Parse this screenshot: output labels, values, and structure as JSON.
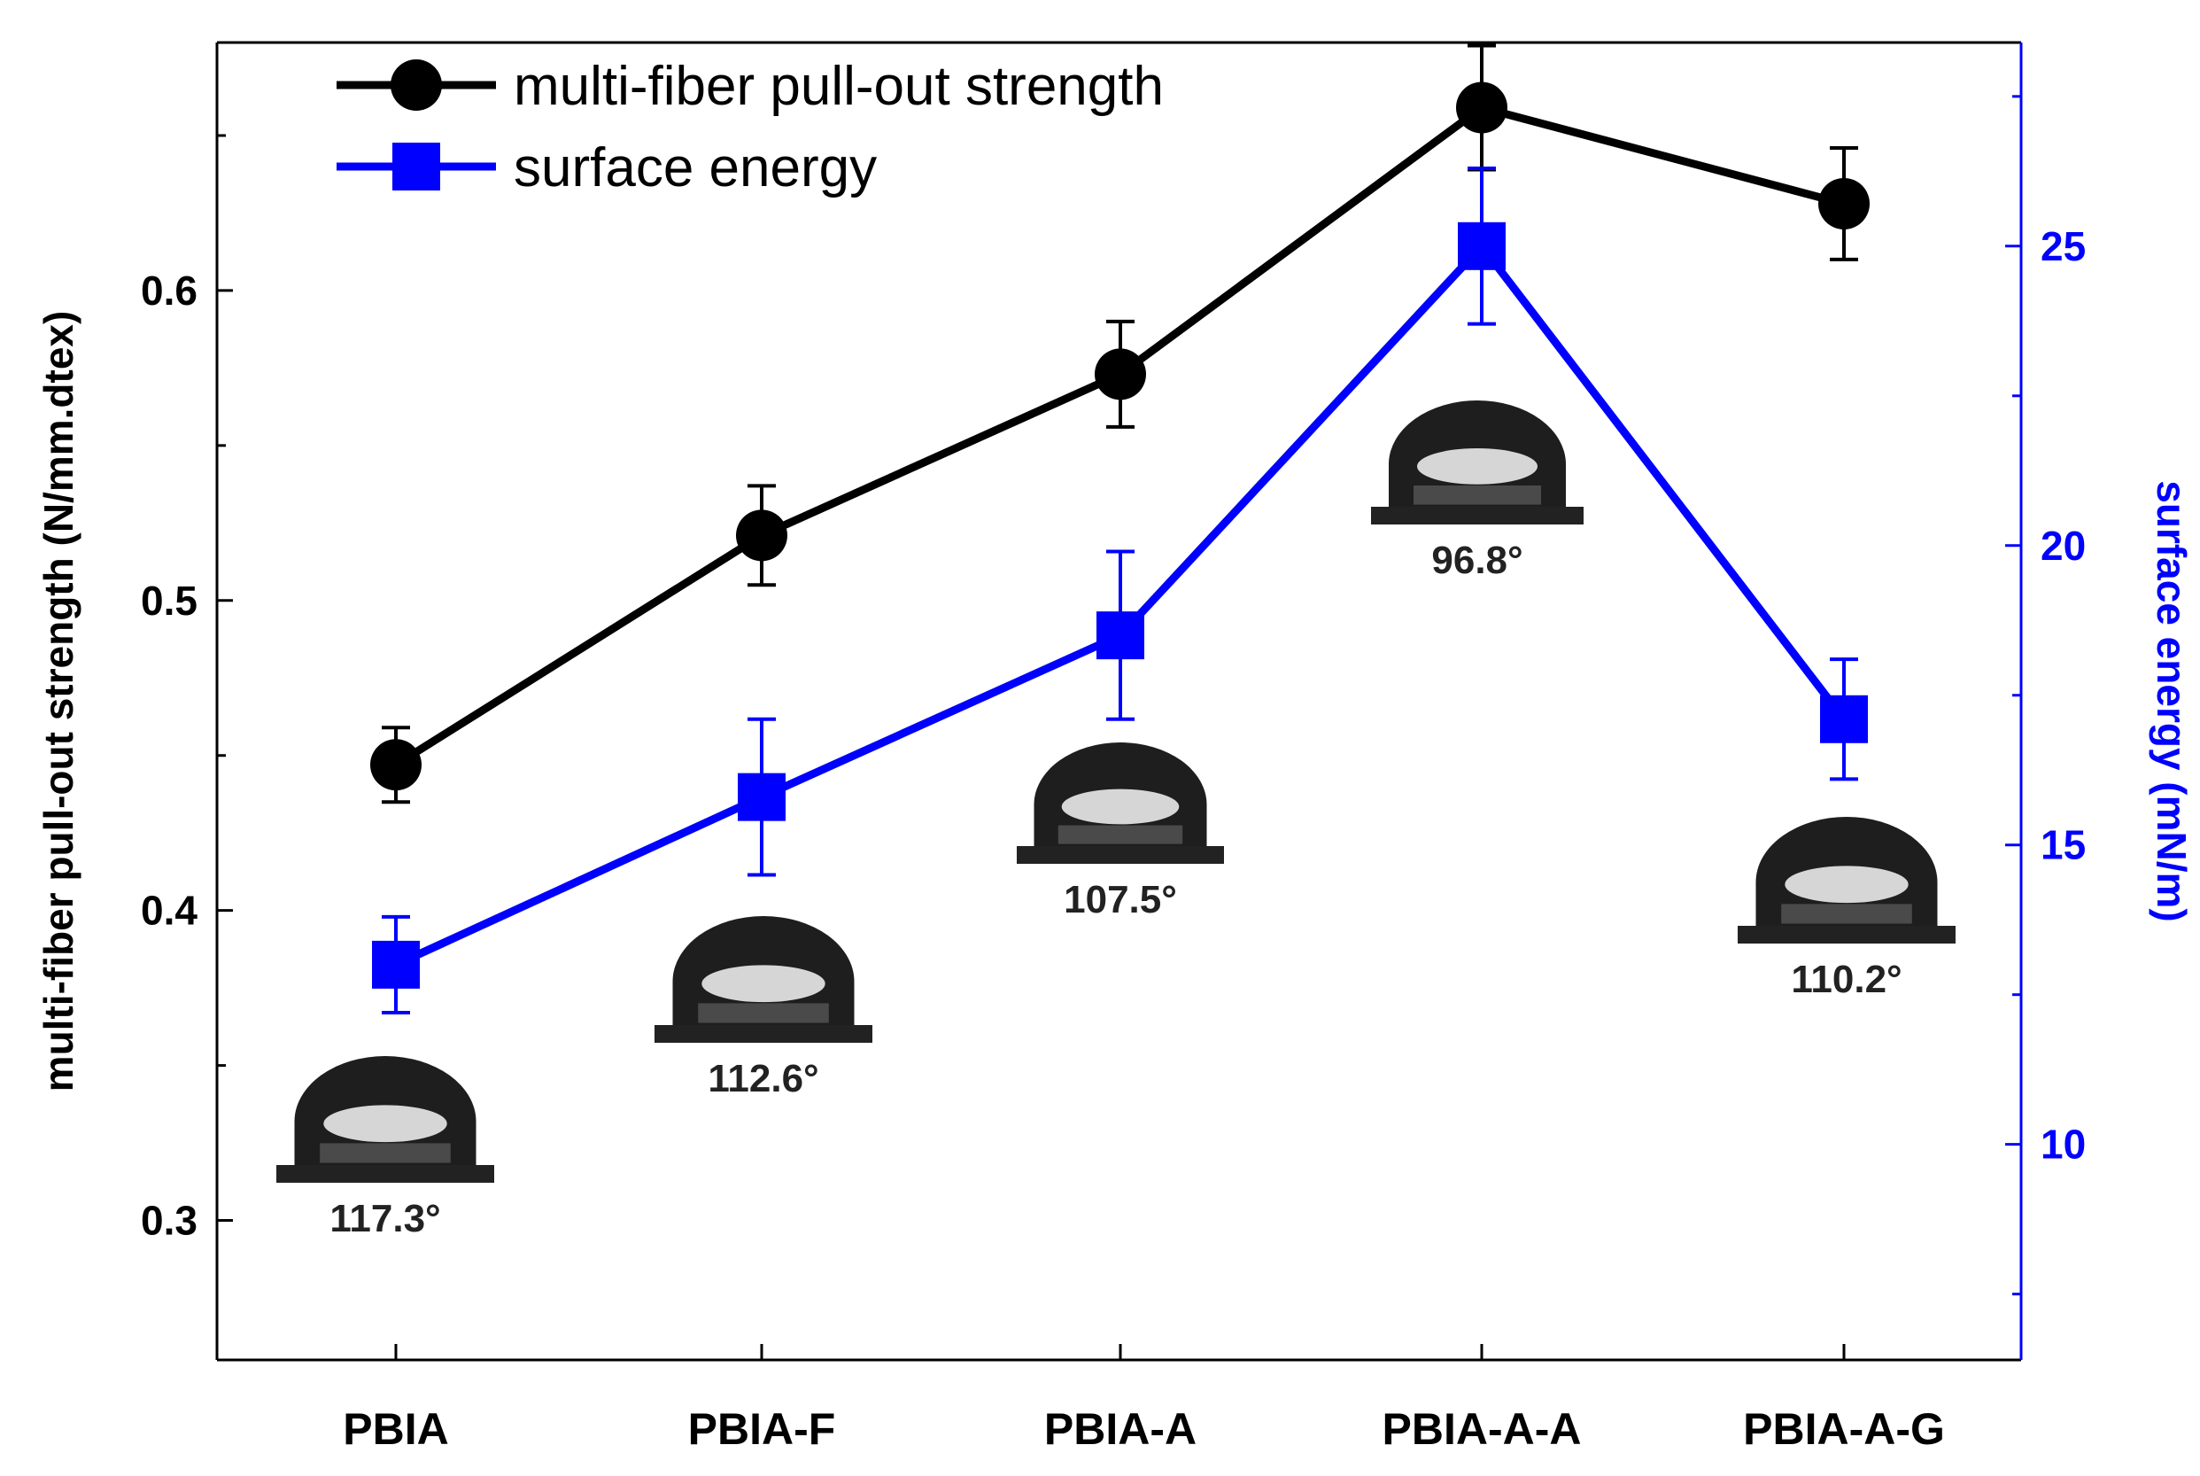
{
  "chart_data": {
    "type": "line",
    "categories": [
      "PBIA",
      "PBIA-F",
      "PBIA-A",
      "PBIA-A-A",
      "PBIA-A-G"
    ],
    "series": [
      {
        "name": "multi-fiber pull-out strength",
        "axis": "left",
        "color": "#000000",
        "marker": "circle",
        "values": [
          0.447,
          0.521,
          0.573,
          0.659,
          0.628
        ],
        "errors": [
          0.012,
          0.016,
          0.017,
          0.02,
          0.018
        ]
      },
      {
        "name": "surface energy",
        "axis": "right",
        "color": "#0000ff",
        "marker": "square",
        "values": [
          13.0,
          15.8,
          18.5,
          25.0,
          17.1
        ],
        "errors": [
          0.8,
          1.3,
          1.4,
          1.3,
          1.0
        ]
      }
    ],
    "ylabel": "multi-fiber pull-out strength (N/mm.dtex)",
    "y2label": "surface energy (mN/m)",
    "ylim": [
      0.255,
      0.68
    ],
    "y2lim": [
      6.4,
      28.4
    ],
    "yticks": [
      0.3,
      0.4,
      0.5,
      0.6
    ],
    "y2ticks": [
      10,
      15,
      20,
      25
    ],
    "annotations": [
      {
        "category": "PBIA",
        "text": "117.3°"
      },
      {
        "category": "PBIA-F",
        "text": "112.6°"
      },
      {
        "category": "PBIA-A",
        "text": "107.5°"
      },
      {
        "category": "PBIA-A-A",
        "text": "96.8°"
      },
      {
        "category": "PBIA-A-G",
        "text": "110.2°"
      }
    ],
    "legend_position": "top-left",
    "grid": false
  }
}
